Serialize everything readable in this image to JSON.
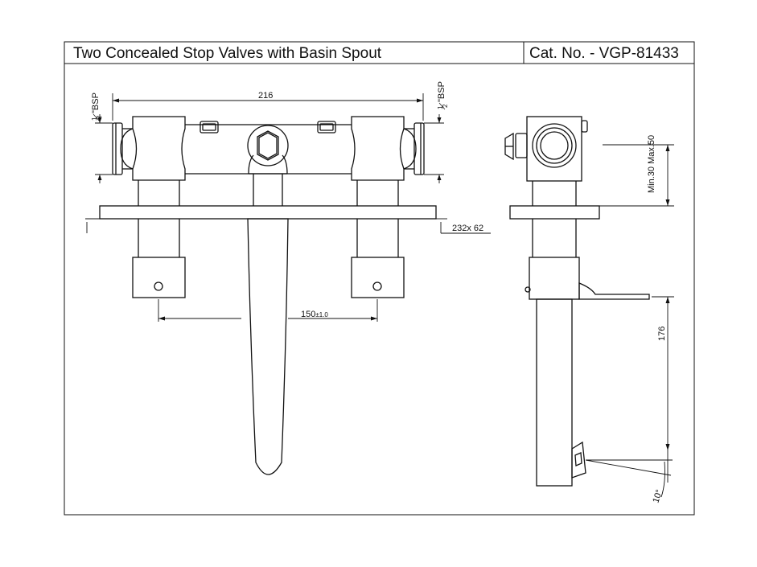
{
  "title_block": {
    "title": "Two Concealed Stop Valves with Basin Spout",
    "catalog": "Cat. No. - VGP-81433"
  },
  "front_view": {
    "bsp_label_left_num": "1",
    "bsp_label_left_den": "2",
    "bsp_label_left_suffix": "\"BSP",
    "bsp_label_right_num": "1",
    "bsp_label_right_den": "2",
    "bsp_label_right_suffix": "\"BSP",
    "overall_width": "216",
    "plate_size": "232x 62",
    "center_distance": "150",
    "center_tolerance": "±1.0"
  },
  "side_view": {
    "wall_depth": "Min.30 Max.50",
    "spout_height": "176",
    "spout_angle": "10°"
  }
}
